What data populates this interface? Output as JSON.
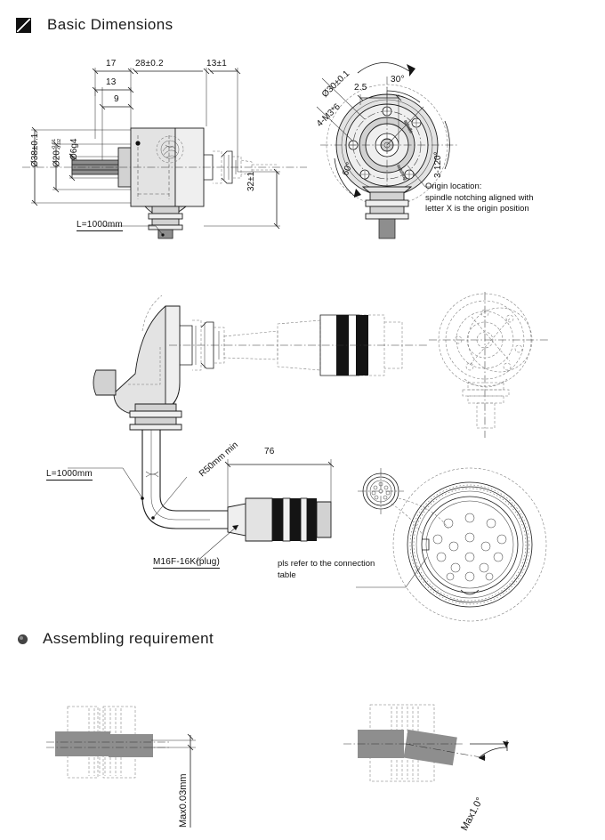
{
  "page": {
    "sections": [
      {
        "id": "basic",
        "bullet": "square-bullet",
        "title": "Basic Dimensions"
      },
      {
        "id": "assembling",
        "bullet": "round-bullet",
        "title": "Assembling requirement"
      }
    ]
  },
  "side_view": {
    "dimensions": {
      "d17": "17",
      "d13_top": "13",
      "d9": "9",
      "d28": "28±0.2",
      "d13pm1": "13±1",
      "d32pm1": "32±1",
      "dia38": "Ø38±0.1",
      "dia20": "Ø20",
      "dia20_tol_upper": "-0.01",
      "dia20_tol_lower": "-0.02",
      "dia6": "Ø6g4"
    },
    "callouts": {
      "cable_length": "L=1000mm"
    }
  },
  "front_view": {
    "dimensions": {
      "dia30": "Ø30±0.1",
      "screws": "4-M3*6",
      "d25": "2.5",
      "a30": "30°",
      "a60": "60°",
      "a120": "3-120°"
    },
    "origin_note": {
      "line1": "Origin location:",
      "line2": "spindle notching aligned with",
      "line3": "letter X is the origin position"
    }
  },
  "cable_view": {
    "callouts": {
      "cable_length": "L=1000mm",
      "bend_radius": "R50mm min",
      "connector_length": "76",
      "connector_type": "M16F-16K(plug)",
      "connection_note_line1": "pls refer to the connection",
      "connection_note_line2": "table"
    }
  },
  "assembling": {
    "left_diagram": {
      "tolerance": "Max0.03mm"
    },
    "right_diagram": {
      "tolerance": "Max1.0°"
    }
  },
  "colors": {
    "ink": "#1b1b1b",
    "body_fill": "#e3e3e3",
    "shaft_fill": "#8e8e8e",
    "band_black": "#141414"
  }
}
